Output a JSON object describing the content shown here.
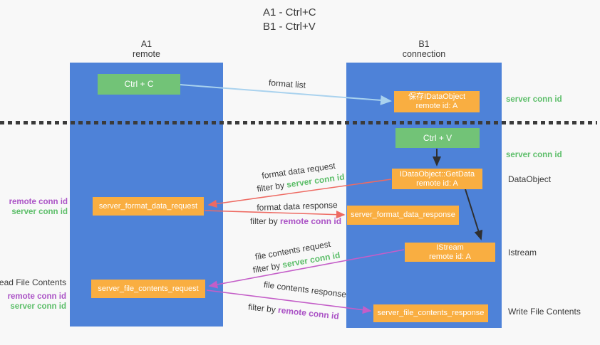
{
  "title": {
    "line1": "A1 - Ctrl+C",
    "line2": "B1 - Ctrl+V"
  },
  "lanes": {
    "a1": {
      "name": "A1",
      "subtitle": "remote"
    },
    "b1": {
      "name": "B1",
      "subtitle": "connection"
    }
  },
  "nodes": {
    "ctrl_c": {
      "label": "Ctrl + C"
    },
    "save_dataobject": {
      "line1": "保存IDataObject",
      "line2": "remote id: A"
    },
    "ctrl_v": {
      "label": "Ctrl + V"
    },
    "getdata": {
      "line1": "IDataObject::GetData",
      "line2": "remote id: A"
    },
    "format_request": {
      "label": "server_format_data_request"
    },
    "format_response": {
      "label": "server_format_data_response"
    },
    "istream": {
      "line1": "IStream",
      "line2": "remote id: A"
    },
    "file_request": {
      "label": "server_file_contents_request"
    },
    "file_response": {
      "label": "server_file_contents_response"
    }
  },
  "edge_labels": {
    "format_list": "format list",
    "format_data_request": "format data request",
    "format_data_response": "format data response",
    "file_contents_request": "file contents request",
    "file_contents_response": "file contents response",
    "filter_by": "filter by",
    "server_conn_id": "server conn id",
    "remote_conn_id": "remote conn id"
  },
  "side_labels": {
    "server_conn_id": "server conn id",
    "remote_conn_id": "remote conn id",
    "dataobject": "DataObject",
    "istream": "Istream",
    "read_file_contents": "Read File Contents",
    "write_file_contents": "Write File Contents"
  },
  "colors": {
    "background": "#f8f8f8",
    "lane_blue": "#4e82d8",
    "key_green": "#72c377",
    "node_orange": "#f9ae41",
    "text_dark": "#3a3a3a",
    "conn_green": "#5cbe69",
    "conn_purple": "#ab53c6",
    "arrow_red": "#ee6a62",
    "arrow_magenta": "#c45ec8",
    "arrow_lightblue": "#a9d2ee",
    "arrow_black": "#2f2f2f"
  }
}
